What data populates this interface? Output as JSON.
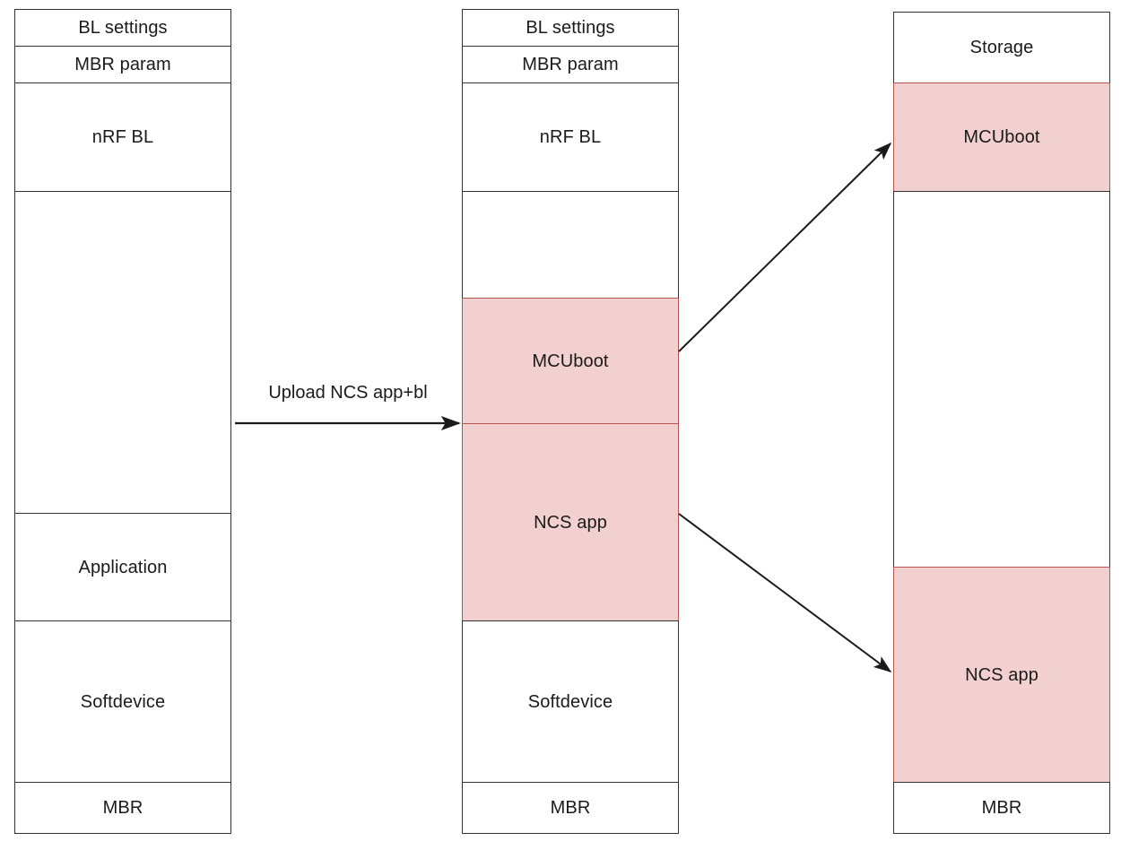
{
  "diagram": {
    "title": "nRF flash memory layout transition with MCUboot and NCS app",
    "colors": {
      "stroke": "#333333",
      "pink_fill": "#f3d0d0",
      "pink_stroke": "#b85450",
      "background": "#ffffff",
      "text": "#1a1a1a"
    },
    "columns": [
      {
        "name": "legacy-nrf-layout",
        "cells": [
          {
            "label": "BL settings",
            "highlighted": false
          },
          {
            "label": "MBR param",
            "highlighted": false
          },
          {
            "label": "nRF BL",
            "highlighted": false
          },
          {
            "label": "",
            "highlighted": false
          },
          {
            "label": "Application",
            "highlighted": false
          },
          {
            "label": "Softdevice",
            "highlighted": false
          },
          {
            "label": "MBR",
            "highlighted": false
          }
        ]
      },
      {
        "name": "ncs-upload-layout",
        "cells": [
          {
            "label": "BL settings",
            "highlighted": false
          },
          {
            "label": "MBR param",
            "highlighted": false
          },
          {
            "label": "nRF BL",
            "highlighted": false
          },
          {
            "label": "",
            "highlighted": false
          },
          {
            "label": "MCUboot",
            "highlighted": true
          },
          {
            "label": "NCS app",
            "highlighted": true
          },
          {
            "label": "Softdevice",
            "highlighted": false
          },
          {
            "label": "MBR",
            "highlighted": false
          }
        ]
      },
      {
        "name": "final-ncs-layout",
        "cells": [
          {
            "label": "Storage",
            "highlighted": false
          },
          {
            "label": "MCUboot",
            "highlighted": true
          },
          {
            "label": "",
            "highlighted": false
          },
          {
            "label": "NCS app",
            "highlighted": true
          },
          {
            "label": "MBR",
            "highlighted": false
          }
        ]
      }
    ],
    "arrows": [
      {
        "name": "upload-arrow",
        "label": "Upload NCS app+bl"
      },
      {
        "name": "mcuboot-relocation-arrow",
        "label": ""
      },
      {
        "name": "ncs-app-relocation-arrow",
        "label": ""
      }
    ]
  }
}
